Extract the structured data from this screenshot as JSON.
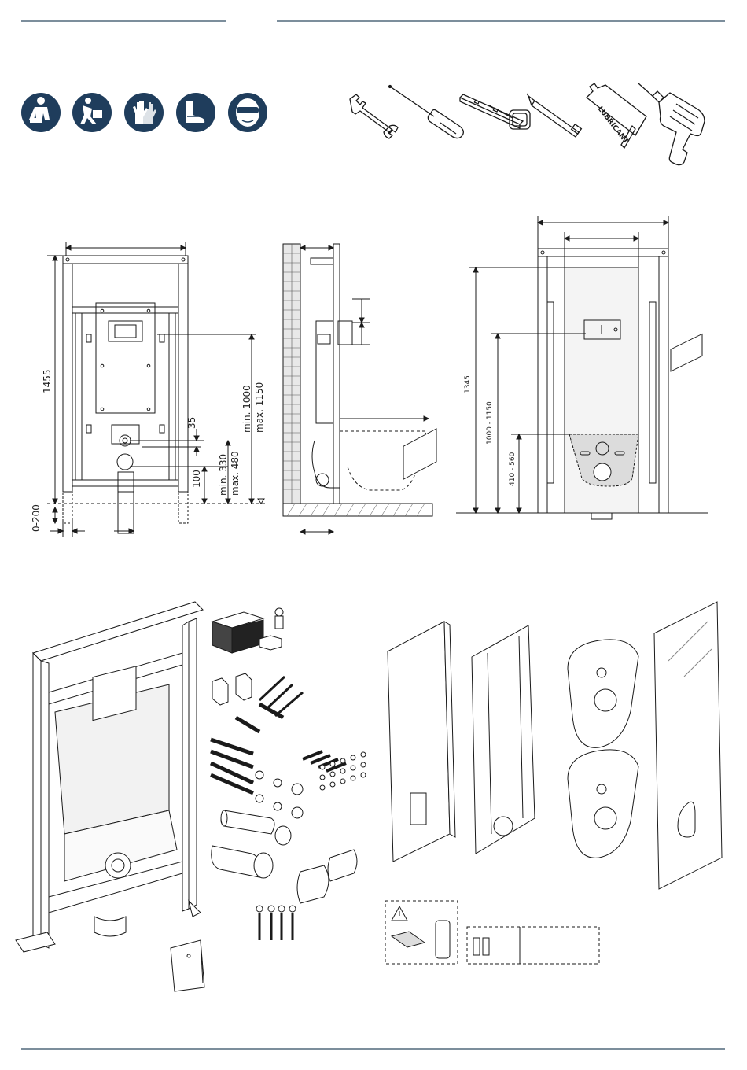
{
  "colors": {
    "header_rule": "#2e4a62",
    "safety_blue": "#1f3d5c",
    "line": "#1a1a1a",
    "light_line": "#777777",
    "panel_fill": "#f4f4f4"
  },
  "safety_icons": [
    {
      "name": "installer-worker-icon"
    },
    {
      "name": "lifting-warning-icon"
    },
    {
      "name": "gloves-icon"
    },
    {
      "name": "safety-boots-icon"
    },
    {
      "name": "safety-glasses-icon"
    }
  ],
  "tools": [
    {
      "name": "wrench-icon"
    },
    {
      "name": "screwdriver-icon"
    },
    {
      "name": "spirit-level-icon"
    },
    {
      "name": "tape-measure-icon"
    },
    {
      "name": "pencil-icon"
    },
    {
      "name": "lubricant-tube-icon",
      "label": "LUBRICANT"
    },
    {
      "name": "drill-icon"
    }
  ],
  "front_view": {
    "height_total": "1455",
    "height_range": "0-200",
    "min_1000": "min. 1000",
    "max_1150": "max. 1150",
    "d35": "35",
    "d100": "100",
    "min_330": "min. 330",
    "max_480": "max. 480"
  },
  "panel_view": {
    "h1345": "1345",
    "h1000_1150": "1000 - 1150",
    "h410_560": "410 - 560"
  }
}
